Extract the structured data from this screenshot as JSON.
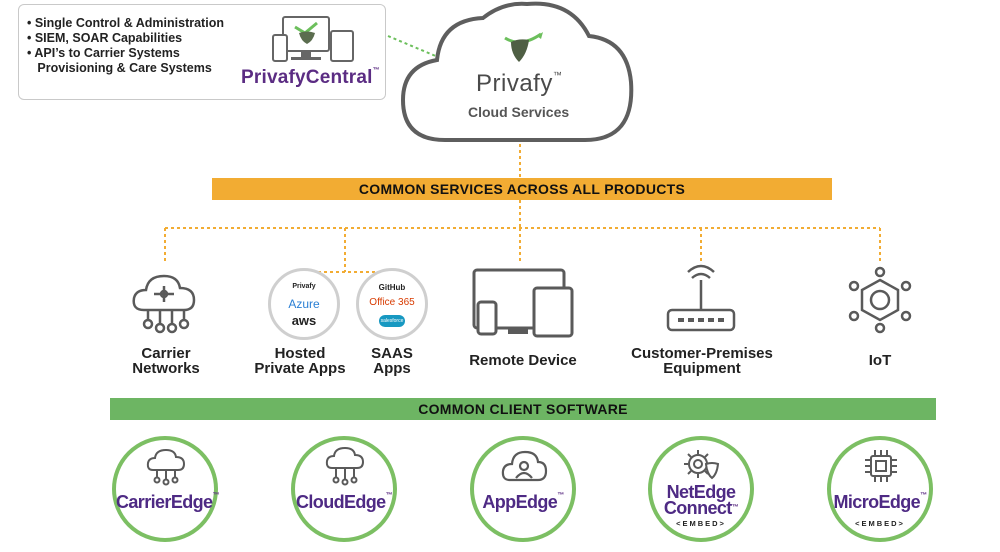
{
  "management": {
    "bullets": [
      "• Single Control & Administration",
      "• SIEM, SOAR Capabilities",
      "• API’s to Carrier Systems",
      "   Provisioning & Care Systems"
    ],
    "brand": "PrivafyCentral",
    "tm": "™"
  },
  "cloud": {
    "brand": "Privafy",
    "tm": "™",
    "subtitle": "Cloud Services"
  },
  "services_bar": {
    "label": "COMMON SERVICES ACROSS ALL PRODUCTS",
    "color": "#f2ac33"
  },
  "categories": [
    {
      "label_line1": "Carrier",
      "label_line2": "Networks",
      "icon": "cloud-network-icon"
    },
    {
      "label_line1": "Hosted",
      "label_line2": "Private Apps",
      "icon": "hosted-apps-badge"
    },
    {
      "label_line1": "SAAS",
      "label_line2": "Apps",
      "icon": "saas-apps-badge"
    },
    {
      "label_line1": "Remote Device",
      "label_line2": "",
      "icon": "devices-icon"
    },
    {
      "label_line1": "Customer-Premises",
      "label_line2": "Equipment",
      "icon": "router-icon"
    },
    {
      "label_line1": "IoT",
      "label_line2": "",
      "icon": "iot-hub-icon"
    }
  ],
  "hosted_badge": {
    "privafy": "Privafy",
    "azure": "Azure",
    "aws": "aws"
  },
  "saas_badge": {
    "github": "GitHub",
    "office": "Office 365",
    "salesforce": "salesforce"
  },
  "client_bar": {
    "label": "COMMON CLIENT SOFTWARE",
    "color": "#6db563"
  },
  "products": [
    {
      "name": "CarrierEdge",
      "tm": "™",
      "embed": ""
    },
    {
      "name": "CloudEdge",
      "tm": "™",
      "embed": ""
    },
    {
      "name": "AppEdge",
      "tm": "™",
      "embed": ""
    },
    {
      "name_line1": "NetEdge",
      "name_line2": "Connect",
      "tm": "™",
      "embed": "<EMBED>"
    },
    {
      "name": "MicroEdge",
      "tm": "™",
      "embed": "<EMBED>"
    }
  ],
  "colors": {
    "purple": "#4e2a84",
    "orange": "#f2ac33",
    "green": "#6db563",
    "ring": "#7cbf63",
    "icon": "#5a5a5a"
  }
}
